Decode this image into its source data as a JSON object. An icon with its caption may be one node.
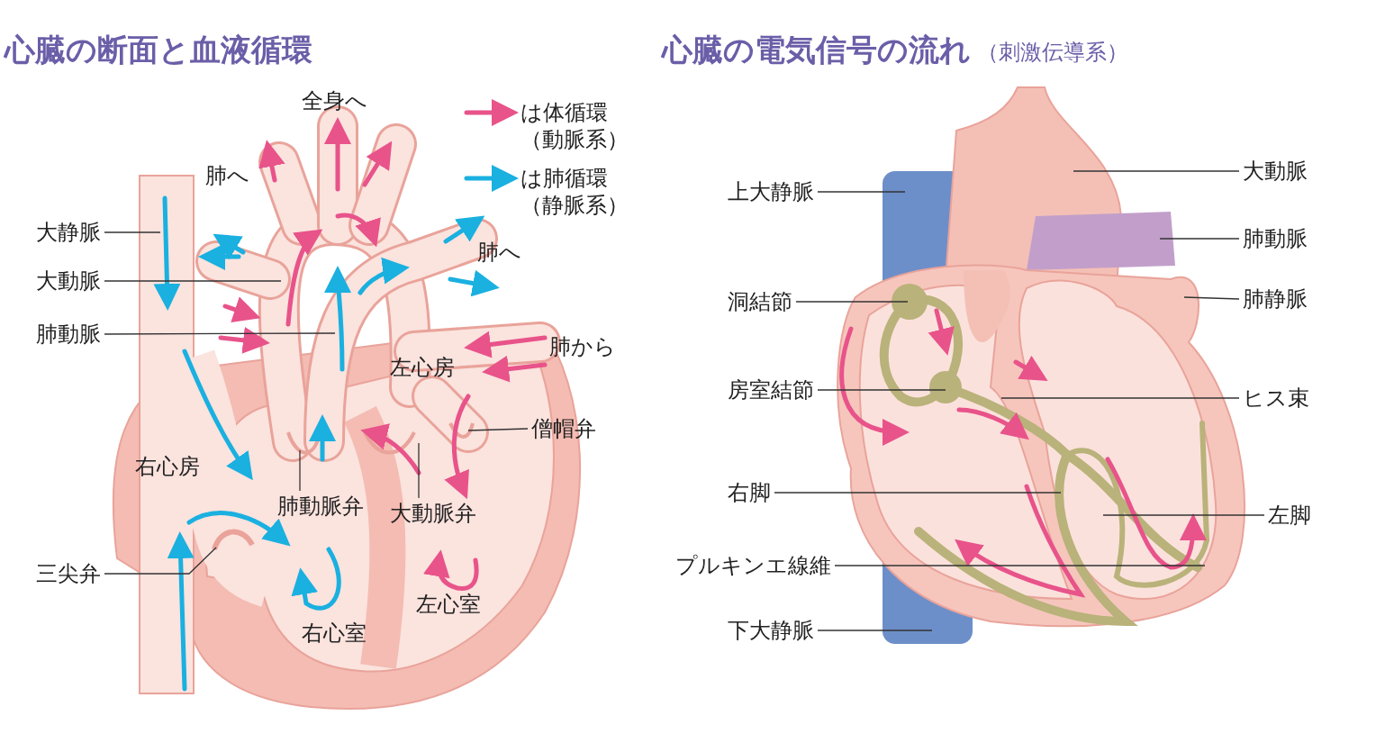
{
  "diagram": {
    "nodes": [
      {
        "text": [
          "大静脈"
        ]
      },
      {
        "text": [
          "大動脈"
        ]
      },
      {
        "text": [
          "肺動脈"
        ]
      },
      {
        "text": [
          "三尖弁"
        ]
      },
      {
        "text": [
          "肺動脈弁"
        ]
      },
      {
        "text": [
          "大動脈弁"
        ]
      },
      {
        "text": [
          "僧帽弁"
        ]
      },
      {
        "text": [
          "上大静脈"
        ]
      },
      {
        "text": [
          "洞結節"
        ]
      },
      {
        "text": [
          "房室結節"
        ]
      },
      {
        "text": [
          "右脚"
        ]
      },
      {
        "text": [
          "プルキンエ線維"
        ]
      },
      {
        "text": [
          "下大静脈"
        ]
      },
      {
        "text": [
          "大動脈"
        ]
      },
      {
        "text": [
          "肺動脈"
        ]
      },
      {
        "text": [
          "肺静脈"
        ]
      },
      {
        "text": [
          "ヒス束"
        ]
      },
      {
        "text": [
          "左脚"
        ]
      }
    ],
    "edges": [
      {
        "from": 0,
        "to": null,
        "arrow": "none"
      },
      {
        "from": 1,
        "to": null,
        "arrow": "none"
      },
      {
        "from": 2,
        "to": null,
        "arrow": "none"
      },
      {
        "from": 3,
        "to": null,
        "arrow": "none"
      },
      {
        "from": 4,
        "to": null,
        "arrow": "none"
      },
      {
        "from": 5,
        "to": null,
        "arrow": "none"
      },
      {
        "from": 6,
        "to": null,
        "arrow": "none"
      },
      {
        "from": 7,
        "to": null,
        "arrow": "none"
      },
      {
        "from": 8,
        "to": null,
        "arrow": "none"
      },
      {
        "from": 9,
        "to": null,
        "arrow": "none"
      },
      {
        "from": 10,
        "to": null,
        "arrow": "none"
      },
      {
        "from": 11,
        "to": null,
        "arrow": "none"
      },
      {
        "from": 12,
        "to": null,
        "arrow": "none"
      },
      {
        "from": 13,
        "to": null,
        "arrow": "none"
      },
      {
        "from": 14,
        "to": null,
        "arrow": "none"
      },
      {
        "from": 15,
        "to": null,
        "arrow": "none"
      },
      {
        "from": 16,
        "to": null,
        "arrow": "none"
      },
      {
        "from": 17,
        "to": null,
        "arrow": "none"
      }
    ],
    "labels": [
      "心臓の断面と血液循環",
      "心臓の電気信号の流れ",
      "（刺激伝導系）",
      "全身へ",
      "肺へ",
      "肺へ",
      "肺から",
      "左心房",
      "右心房",
      "右心室",
      "左心室"
    ],
    "legend": [
      {
        "text": "は体循環（動脈系）"
      },
      {
        "text": "は肺循環（静脈系）"
      }
    ]
  }
}
